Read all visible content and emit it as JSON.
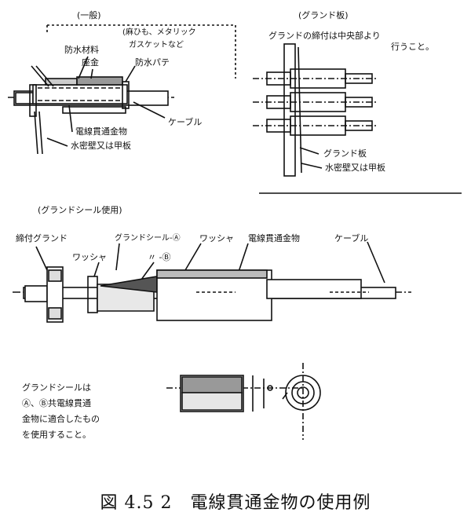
{
  "section_general": {
    "title": "(一般)",
    "label_waterproof_material": "防水材料",
    "label_material_note_1": "(麻ひも、メタリック",
    "label_material_note_2": "ガスケットなど",
    "label_metal_plate": "座金",
    "label_waterproof_putty": "防水パテ",
    "label_cable": "ケーブル",
    "label_penetration_fitting": "電線貫通金物",
    "label_bulkhead": "水密壁又は甲板"
  },
  "section_gland_plate": {
    "title": "(グランド板)",
    "note_line_1": "グランドの締付は中央部より",
    "note_line_2": "行うこと。",
    "label_gland_plate": "グランド板",
    "label_bulkhead": "水密壁又は甲板"
  },
  "section_gland_seal": {
    "title": "(グランドシール使用)",
    "label_tightening_gland": "締付グランド",
    "label_gland_seal_a": "グランドシール-Ⓐ",
    "label_washer_top": "ワッシャ",
    "label_fitting": "電線貫通金物",
    "label_cable": "ケーブル",
    "label_washer_left": "ワッシャ",
    "label_seal_b": "〃 -Ⓑ"
  },
  "bottom_note": {
    "line_1": "グランドシールは",
    "line_2": "Ⓐ、Ⓑ共電線貫通",
    "line_3": "金物に適合したもの",
    "line_4": "を使用すること。"
  },
  "caption": "図 4.5 2　電線貫通金物の使用例"
}
